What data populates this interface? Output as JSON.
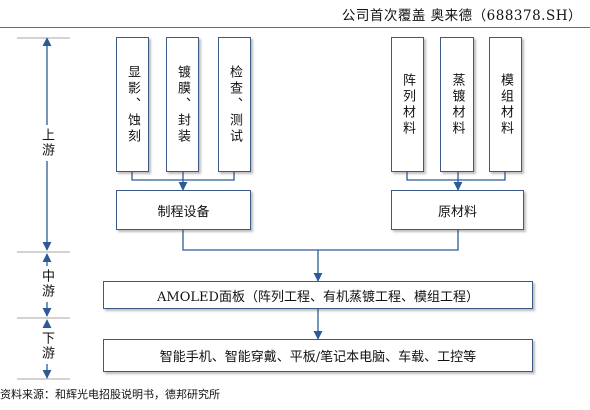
{
  "header": {
    "title": "公司首次覆盖  奥来德（688378.SH）"
  },
  "stages": [
    {
      "label": "上游"
    },
    {
      "label": "中游"
    },
    {
      "label": "下游"
    }
  ],
  "upstream": {
    "equipment_items": [
      "显影、蚀刻",
      "镀膜、封装",
      "检查、测试"
    ],
    "equipment_label": "制程设备",
    "material_items": [
      "阵列材料",
      "蒸镀材料",
      "模组材料"
    ],
    "material_label": "原材料"
  },
  "midstream": {
    "label": "AMOLED面板（阵列工程、有机蒸镀工程、模组工程）"
  },
  "downstream": {
    "label": "智能手机、智能穿戴、平板/笔记本电脑、车载、工控等"
  },
  "source": "资料来源：和辉光电招股说明书，德邦研究所",
  "colors": {
    "arrow": "#2e5b95",
    "box_border": "#3c5a86"
  }
}
